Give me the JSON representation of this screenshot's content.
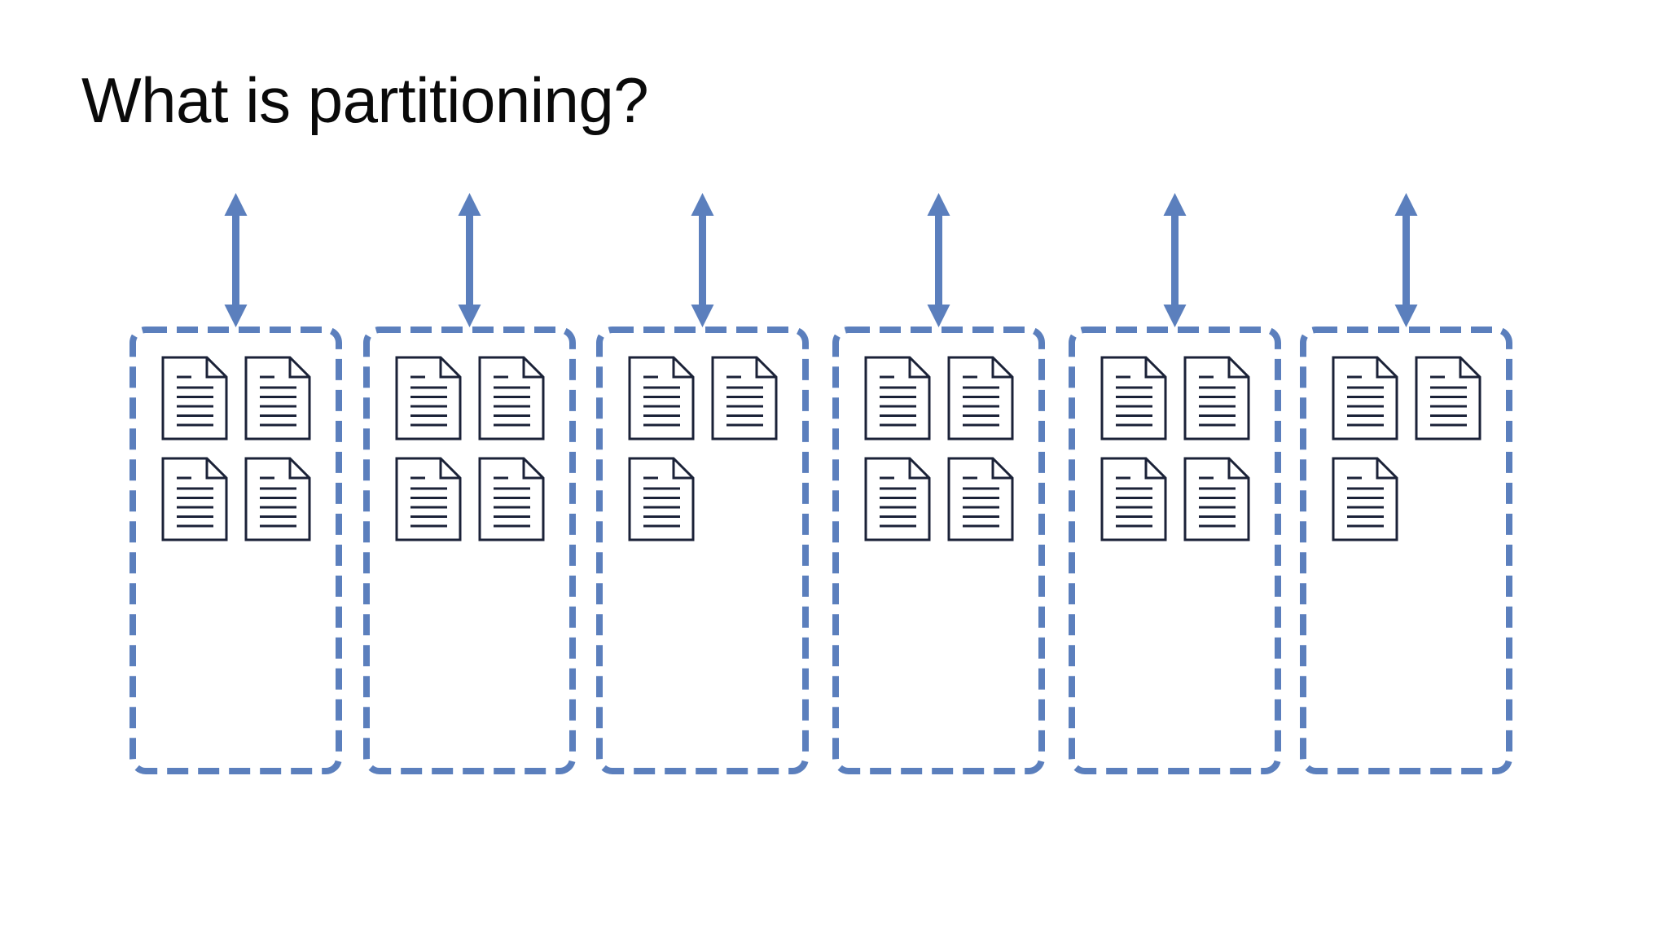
{
  "slide": {
    "title": "What is partitioning?"
  },
  "colors": {
    "accent": "#5b7fbd",
    "document_outline": "#1b2238",
    "background": "#ffffff"
  },
  "icons": {
    "partition_arrow": "double-headed-vertical-arrow-icon",
    "document": "document-icon"
  },
  "partitions": [
    {
      "name": "partition-1",
      "document_count": 4
    },
    {
      "name": "partition-2",
      "document_count": 4
    },
    {
      "name": "partition-3",
      "document_count": 3
    },
    {
      "name": "partition-4",
      "document_count": 4
    },
    {
      "name": "partition-5",
      "document_count": 4
    },
    {
      "name": "partition-6",
      "document_count": 3
    }
  ]
}
